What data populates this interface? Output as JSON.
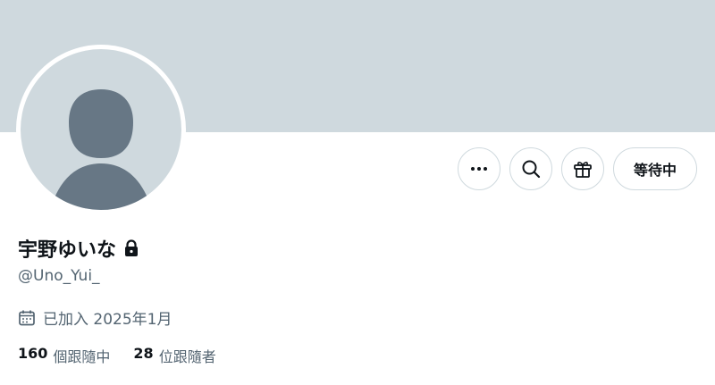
{
  "profile": {
    "display_name": "宇野ゆいな",
    "handle": "@Uno_Yui_",
    "joined": "已加入 2025年1月",
    "following_count": "160",
    "following_label": "個跟隨中",
    "followers_count": "28",
    "followers_label": "位跟隨者"
  },
  "actions": {
    "more_icon": "more-horizontal-icon",
    "search_icon": "search-icon",
    "gift_icon": "gift-icon",
    "pending_label": "等待中"
  },
  "icons": {
    "lock": "lock-icon",
    "calendar": "calendar-icon"
  },
  "colors": {
    "banner": "#cfd9de",
    "avatar_bg": "#cfd9de",
    "avatar_figure": "#677785",
    "text_primary": "#0f1419",
    "text_secondary": "#536471",
    "border": "#cfd9de"
  }
}
